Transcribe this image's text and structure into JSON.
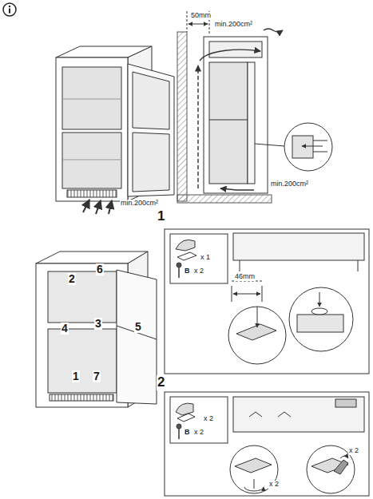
{
  "diagram": {
    "labels": [
      "50mm",
      "min.200cm²",
      "min.200cm²",
      "min.200cm²",
      "2",
      "6",
      "4",
      "3",
      "5",
      "1",
      "7",
      "1",
      "x 1",
      "B",
      "x 2",
      "46mm",
      "2",
      "x 2",
      "B",
      "x 2",
      "x 2",
      "x 2"
    ]
  }
}
